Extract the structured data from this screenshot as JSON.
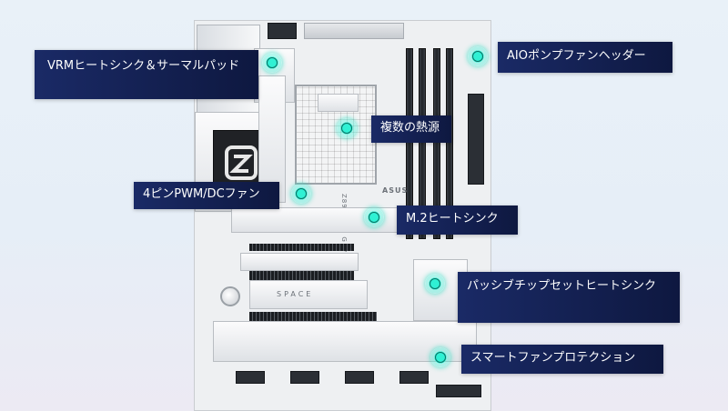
{
  "labels": {
    "vrm": "VRMヒートシンク＆サーマルパッド",
    "aio": "AIOポンプファンヘッダー",
    "heatsources": "複数の熱源",
    "pwm": "4ピンPWM/DCファン",
    "m2": "M.2ヒートシンク",
    "chipset": "パッシブチップセットヒートシンク",
    "protection": "スマートファンプロテクション"
  },
  "board_marks": {
    "space": "SPACE",
    "asus": "ASUS",
    "model": "Z890 AY... G WIFI W"
  },
  "colors": {
    "label_bg": "#14214f",
    "hotspot": "#2ff1d4"
  }
}
